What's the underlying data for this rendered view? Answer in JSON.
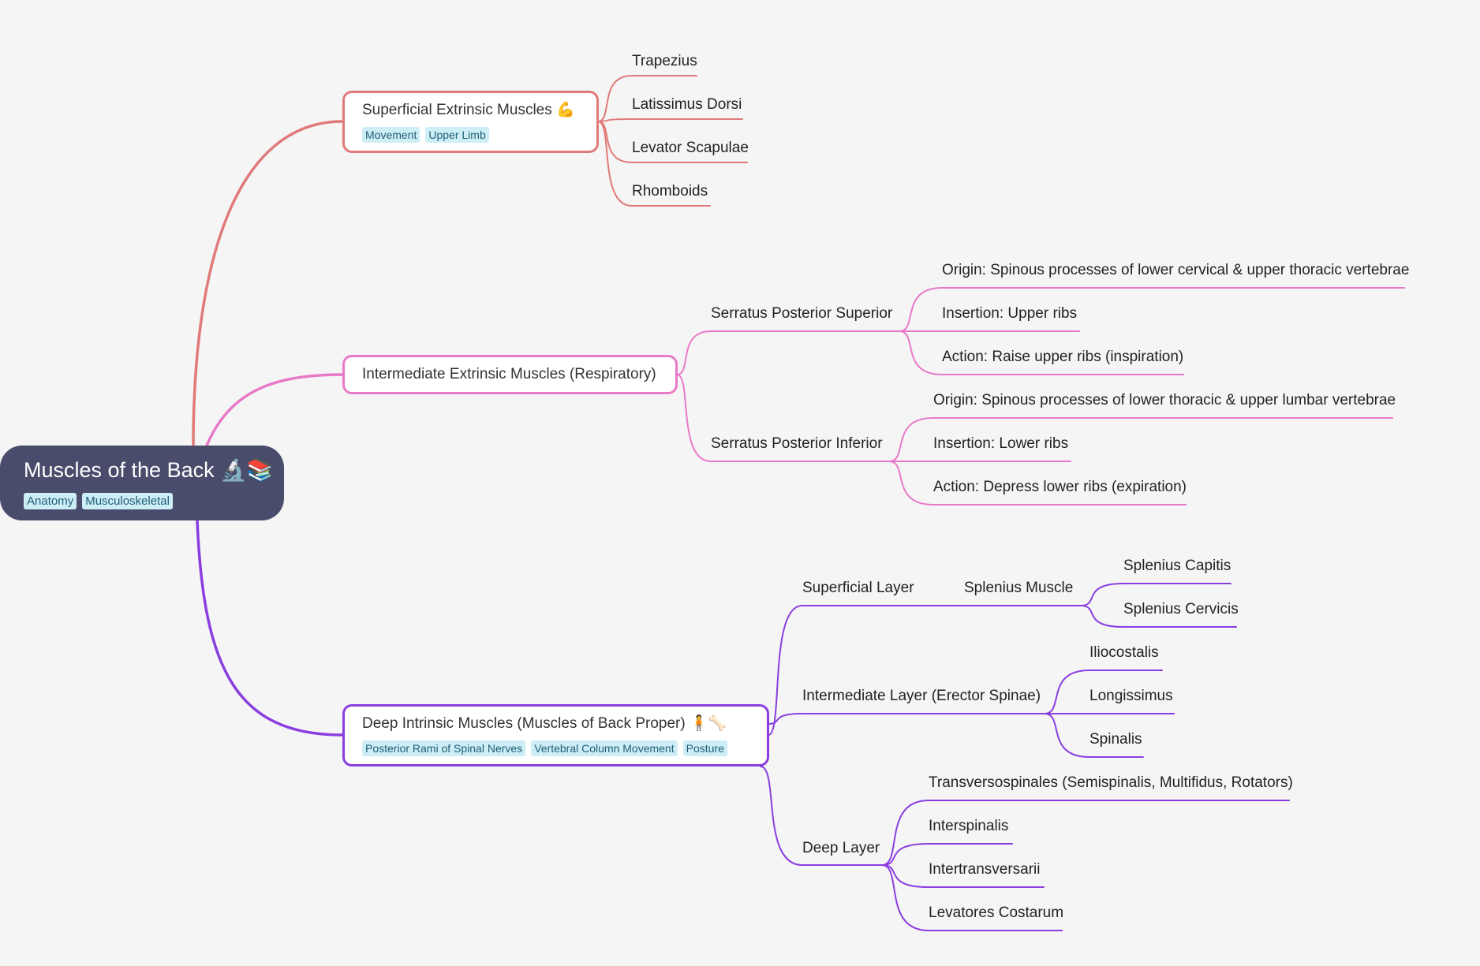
{
  "colors": {
    "background": "#f5f5f5",
    "root": "#4a4c6b",
    "branch_superficial": "#e07a7a",
    "branch_intermediate": "#e879c8",
    "branch_deep": "#8a3ee0",
    "tag_bg": "#cdeef7",
    "tag_text": "#1f5d73"
  },
  "root": {
    "title": "Muscles of the Back 🔬📚",
    "tags": [
      "Anatomy",
      "Musculoskeletal"
    ]
  },
  "branches": [
    {
      "title": "Superficial Extrinsic Muscles 💪",
      "tags": [
        "Movement",
        "Upper Limb"
      ],
      "children": [
        {
          "label": "Trapezius"
        },
        {
          "label": "Latissimus Dorsi"
        },
        {
          "label": "Levator Scapulae"
        },
        {
          "label": "Rhomboids"
        }
      ]
    },
    {
      "title": "Intermediate Extrinsic Muscles (Respiratory)",
      "tags": [],
      "children": [
        {
          "label": "Serratus Posterior Superior",
          "children": [
            {
              "label": "Origin: Spinous processes of lower cervical & upper thoracic vertebrae"
            },
            {
              "label": "Insertion: Upper ribs"
            },
            {
              "label": "Action: Raise upper ribs (inspiration)"
            }
          ]
        },
        {
          "label": "Serratus Posterior Inferior",
          "children": [
            {
              "label": "Origin: Spinous processes of lower thoracic & upper lumbar vertebrae"
            },
            {
              "label": "Insertion: Lower ribs"
            },
            {
              "label": "Action: Depress lower ribs (expiration)"
            }
          ]
        }
      ]
    },
    {
      "title": "Deep Intrinsic Muscles (Muscles of Back Proper) 🧍🦴",
      "tags": [
        "Posterior Rami of Spinal Nerves",
        "Vertebral Column Movement",
        "Posture"
      ],
      "children": [
        {
          "label": "Superficial Layer",
          "children": [
            {
              "label": "Splenius Muscle",
              "children": [
                {
                  "label": "Splenius Capitis"
                },
                {
                  "label": "Splenius Cervicis"
                }
              ]
            }
          ]
        },
        {
          "label": "Intermediate Layer (Erector Spinae)",
          "children": [
            {
              "label": "Iliocostalis"
            },
            {
              "label": "Longissimus"
            },
            {
              "label": "Spinalis"
            }
          ]
        },
        {
          "label": "Deep Layer",
          "children": [
            {
              "label": "Transversospinales (Semispinalis, Multifidus, Rotators)"
            },
            {
              "label": "Interspinalis"
            },
            {
              "label": "Intertransversarii"
            },
            {
              "label": "Levatores Costarum"
            }
          ]
        }
      ]
    }
  ]
}
